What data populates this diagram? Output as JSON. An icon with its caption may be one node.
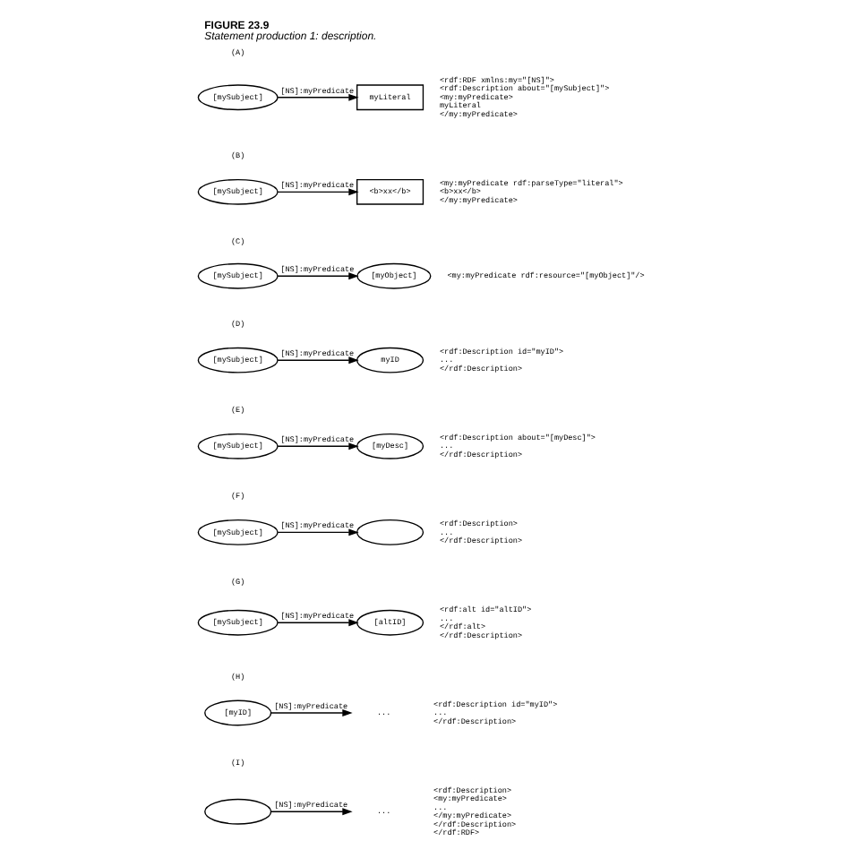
{
  "diagram": {
    "title": "FIGURE 23.9",
    "caption": "Statement production 1: description.",
    "nodes": [
      {
        "text": [
          "[mySubject]"
        ]
      },
      {
        "text": [
          "myLiteral"
        ],
        "beside": [
          "<rdf:RDF xmlns:my=\"[NS]\">",
          "<rdf:Description about=\"[mySubject]\">",
          "<my:myPredicate>",
          "myLiteral",
          "</my:myPredicate>"
        ]
      },
      {
        "text": [
          "[mySubject]"
        ]
      },
      {
        "text": [
          "<b>xx</b>"
        ],
        "beside": [
          "<my:myPredicate rdf:parseType=\"literal\">",
          "<b>xx</b>",
          "</my:myPredicate>"
        ]
      },
      {
        "text": [
          "[mySubject]"
        ]
      },
      {
        "text": [
          "[myObject]"
        ],
        "beside": [
          "<my:myPredicate rdf:resource=\"[myObject]\"/>"
        ]
      },
      {
        "text": [
          "[mySubject]"
        ]
      },
      {
        "text": [
          "myID"
        ],
        "beside": [
          "<rdf:Description id=\"myID\">",
          "...",
          "</rdf:Description>"
        ]
      },
      {
        "text": [
          "[mySubject]"
        ]
      },
      {
        "text": [
          "[myDesc]"
        ],
        "beside": [
          "<rdf:Description about=\"[myDesc]\">",
          "...",
          "</rdf:Description>"
        ]
      },
      {
        "text": [
          "[mySubject]"
        ]
      },
      {
        "text": [],
        "shape": "ellipse",
        "beside": [
          "<rdf:Description>",
          "...",
          "</rdf:Description>"
        ]
      },
      {
        "text": [
          "[mySubject]"
        ]
      },
      {
        "text": [
          "[altID]"
        ],
        "beside": [
          "<rdf:alt id=\"altID\">",
          "...",
          "</rdf:alt>",
          "</rdf:Description>"
        ]
      },
      {
        "text": [
          "[myID]"
        ]
      },
      {
        "text": [
          "..."
        ],
        "beside": [
          "<rdf:Description id=\"myID\">",
          "...",
          "</rdf:Description>"
        ]
      },
      {
        "text": [],
        "shape": "ellipse"
      },
      {
        "text": [
          "..."
        ],
        "beside": [
          "<rdf:Description>",
          "<my:myPredicate>",
          "...",
          "</my:myPredicate>",
          "</rdf:Description>",
          "</rdf:RDF>"
        ]
      }
    ],
    "edges": [
      {
        "from": 0,
        "to": 1,
        "arrow": "to",
        "label": "[NS]:myPredicate"
      },
      {
        "from": 2,
        "to": 3,
        "arrow": "to",
        "label": "[NS]:myPredicate"
      },
      {
        "from": 4,
        "to": 5,
        "arrow": "to",
        "label": "[NS]:myPredicate"
      },
      {
        "from": 6,
        "to": 7,
        "arrow": "to",
        "label": "[NS]:myPredicate"
      },
      {
        "from": 8,
        "to": 9,
        "arrow": "to",
        "label": "[NS]:myPredicate"
      },
      {
        "from": 10,
        "to": 11,
        "arrow": "to",
        "label": "[NS]:myPredicate"
      },
      {
        "from": 12,
        "to": 13,
        "arrow": "to",
        "label": "[NS]:myPredicate"
      },
      {
        "from": 14,
        "to": 15,
        "arrow": "to",
        "label": "[NS]:myPredicate"
      },
      {
        "from": 16,
        "to": 17,
        "arrow": "to",
        "label": "[NS]:myPredicate"
      }
    ],
    "labels": [
      "(A)",
      "(B)",
      "(C)",
      "(D)",
      "(E)",
      "(F)",
      "(G)",
      "(H)",
      "(I)"
    ]
  }
}
